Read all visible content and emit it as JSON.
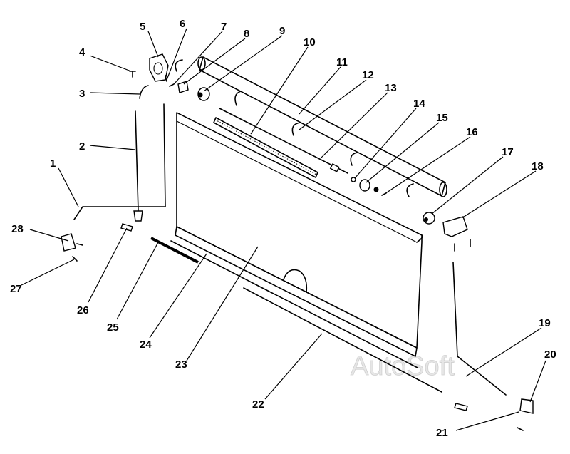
{
  "watermark": "AutoSoft",
  "callouts": [
    {
      "n": "1"
    },
    {
      "n": "2"
    },
    {
      "n": "3"
    },
    {
      "n": "4"
    },
    {
      "n": "5"
    },
    {
      "n": "6"
    },
    {
      "n": "7"
    },
    {
      "n": "8"
    },
    {
      "n": "9"
    },
    {
      "n": "10"
    },
    {
      "n": "11"
    },
    {
      "n": "12"
    },
    {
      "n": "13"
    },
    {
      "n": "14"
    },
    {
      "n": "15"
    },
    {
      "n": "16"
    },
    {
      "n": "17"
    },
    {
      "n": "18"
    },
    {
      "n": "19"
    },
    {
      "n": "20"
    },
    {
      "n": "21"
    },
    {
      "n": "22"
    },
    {
      "n": "23"
    },
    {
      "n": "24"
    },
    {
      "n": "25"
    },
    {
      "n": "26"
    },
    {
      "n": "27"
    },
    {
      "n": "28"
    }
  ]
}
